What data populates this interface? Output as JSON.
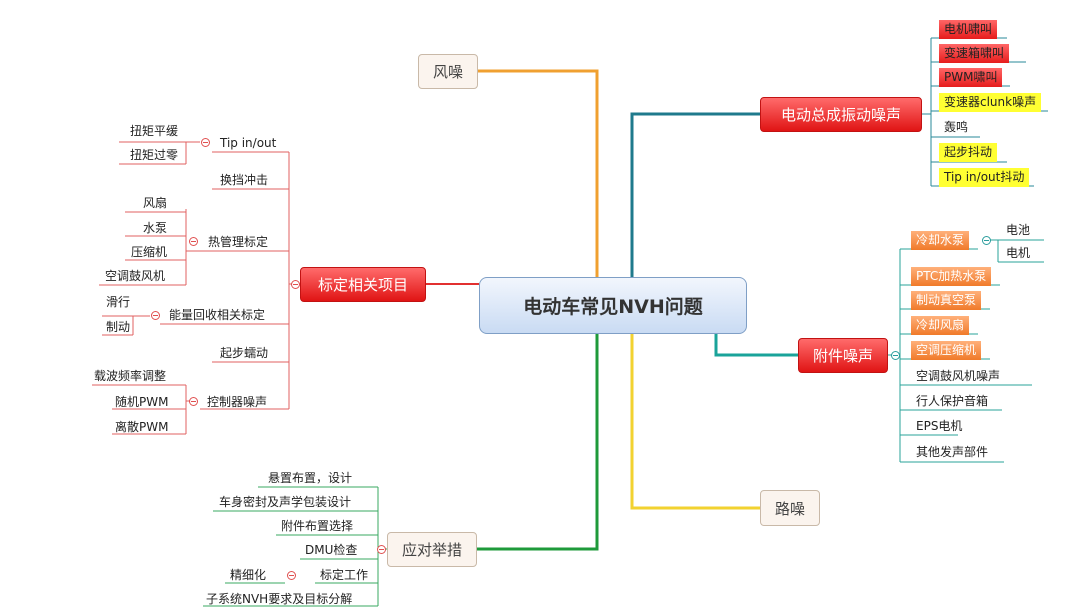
{
  "root": "电动车常见NVH问题",
  "wind_noise": "风噪",
  "road_noise": "路噪",
  "calibration": {
    "label": "标定相关项目",
    "tip_inout": {
      "label": "Tip in/out",
      "children": [
        "扭矩平缓",
        "扭矩过零"
      ]
    },
    "shift_impact": "换挡冲击",
    "thermal": {
      "label": "热管理标定",
      "children": [
        "风扇",
        "水泵",
        "压缩机",
        "空调鼓风机"
      ]
    },
    "regen": {
      "label": "能量回收相关标定",
      "children": [
        "滑行",
        "制动"
      ]
    },
    "creep": "起步蠕动",
    "controller": {
      "label": "控制器噪声",
      "children": [
        "载波频率调整",
        "随机PWM",
        "离散PWM"
      ]
    }
  },
  "countermeasures": {
    "label": "应对举措",
    "items": [
      "悬置布置，设计",
      "车身密封及声学包装设计",
      "附件布置选择",
      "DMU检查",
      "标定工作",
      "子系统NVH要求及目标分解"
    ],
    "calibration_child": "精细化"
  },
  "powertrain": {
    "label": "电动总成振动噪声",
    "items": [
      "电机啸叫",
      "变速箱啸叫",
      "PWM啸叫",
      "变速器clunk噪声",
      "轰鸣",
      "起步抖动",
      "Tip in/out抖动"
    ]
  },
  "accessory": {
    "label": "附件噪声",
    "coolant_pump": {
      "label": "冷却水泵",
      "children": [
        "电池",
        "电机"
      ]
    },
    "items": [
      "PTC加热水泵",
      "制动真空泵",
      "冷却风扇",
      "空调压缩机",
      "空调鼓风机噪声",
      "行人保护音箱",
      "EPS电机",
      "其他发声部件"
    ]
  },
  "colors": {
    "root_fill": "#c9dbf3",
    "wind_line": "#f0a030",
    "road_line": "#f2d230",
    "powertrain_line": "#1f7a8c",
    "accessory_line": "#1aa39a",
    "countermeasure_line": "#1e9a3a",
    "calibration_line": "#e23030",
    "highlight_red": "#ff4a4a",
    "highlight_yellow": "#ffff33",
    "highlight_orange": "#f5924a"
  }
}
